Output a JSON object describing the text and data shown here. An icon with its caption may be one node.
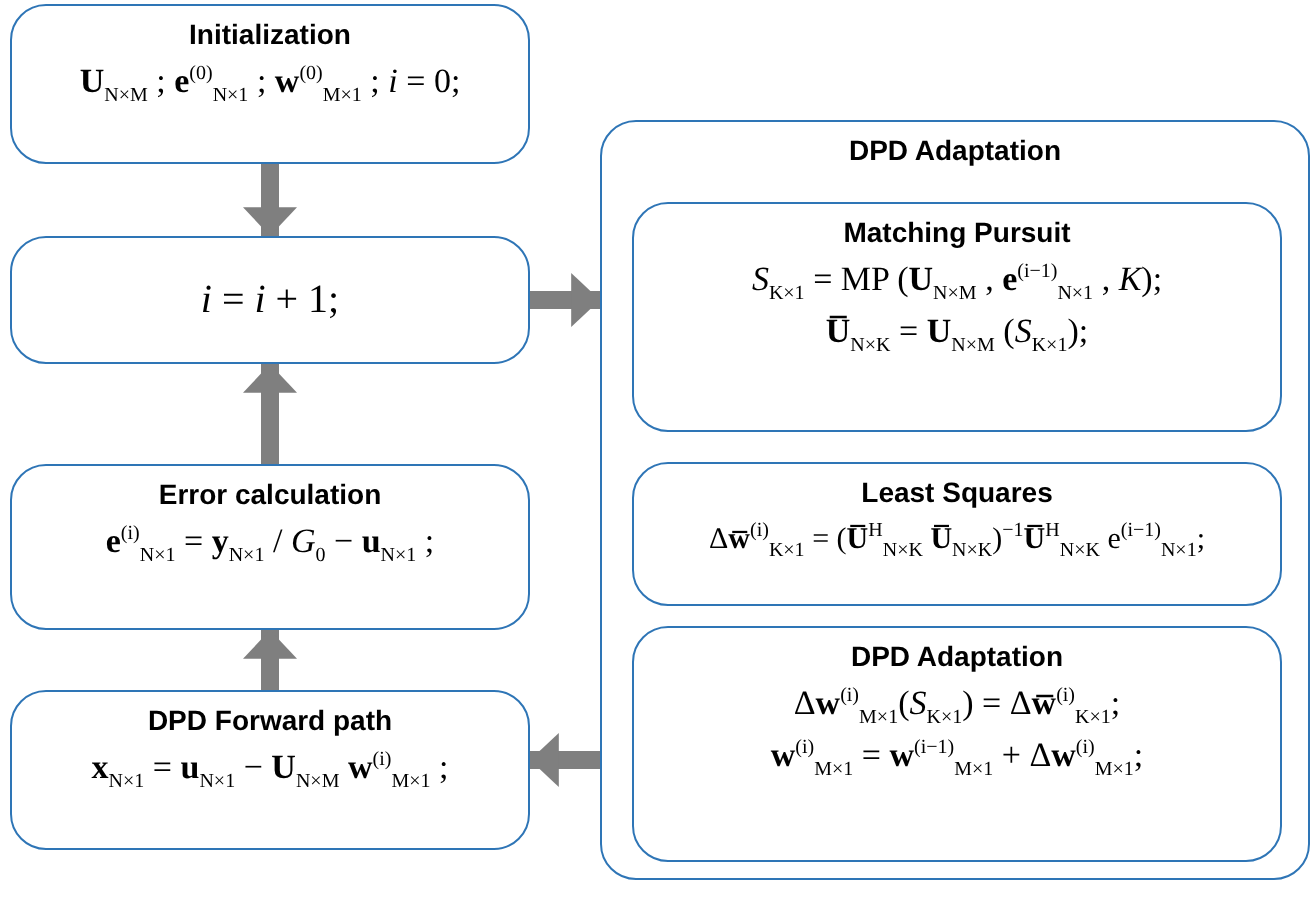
{
  "diagram": {
    "nodes": [
      {
        "text": [
          "Initialization",
          "**U**$_{N×M}$ ; **e**$^{(0)}$$_{N×1}$ ; **w**$^{(0)}$$_{M×1}$ ; *i* = 0;"
        ]
      },
      {
        "text": [
          "*i* = *i* + 1;"
        ]
      },
      {
        "text": [
          "Error calculation",
          "**e**$^{(i)}$$_{N×1}$ = **y**$_{N×1}$ / *G*$_{0}$ − **u**$_{N×1}$ ;"
        ]
      },
      {
        "text": [
          "DPD Forward path",
          "**x**$_{N×1}$ = **u**$_{N×1}$ − **U**$_{N×M}$ **w**$^{(i)}$$_{M×1}$ ;"
        ]
      },
      {
        "text": [
          "DPD Adaptation"
        ]
      },
      {
        "text": [
          "Matching Pursuit",
          "*S*$_{K×1}$ =  MP (**U**$_{N×M}$ , **e**$^{(i−1)}$$_{N×1}$ , *K*);",
          "**U̅**$_{N×K}$ = **U**$_{N×M}$ (*S*$_{K×1}$);"
        ],
        "in": 4
      },
      {
        "text": [
          "Least Squares",
          "Δ**w̅**$^{(i)}$$_{K×1}$ = (**U̅**$^{H}$$_{N×K}$ **U̅**$_{N×K}$)$^{−1}$**U̅**$^{H}$$_{N×K}$ e$^{(i−1)}$$_{N×1}$;"
        ],
        "in": 4
      },
      {
        "text": [
          "DPD Adaptation",
          "Δ**w**$^{(i)}$$_{M×1}$(*S*$_{K×1}$) = Δ**w̅**$^{(i)}$$_{K×1}$;",
          "**w**$^{(i)}$$_{M×1}$ = **w**$^{(i−1)}$$_{M×1}$ + Δ**w**$^{(i)}$$_{M×1}$;"
        ],
        "in": 4
      }
    ],
    "edges": [
      {
        "from": 0,
        "to": 1,
        "arrow": "to"
      },
      {
        "from": 2,
        "to": 1,
        "arrow": "to"
      },
      {
        "from": 3,
        "to": 2,
        "arrow": "to"
      },
      {
        "from": 1,
        "to": 4,
        "arrow": "to"
      },
      {
        "from": 4,
        "to": 3,
        "arrow": "to"
      }
    ]
  }
}
